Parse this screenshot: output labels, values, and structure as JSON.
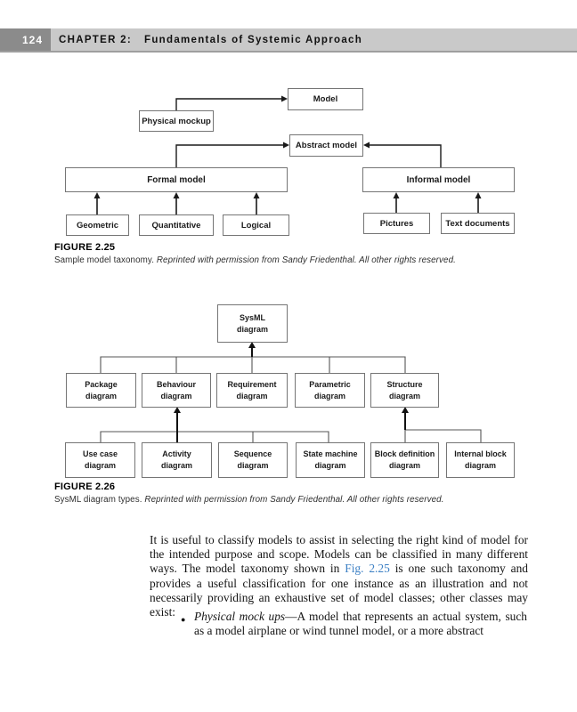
{
  "header": {
    "page_number": "124",
    "chapter": "CHAPTER 2:",
    "title": "Fundamentals of Systemic Approach"
  },
  "fig25": {
    "nodes": {
      "model": "Model",
      "physical_mockup": "Physical mockup",
      "abstract_model": "Abstract model",
      "formal_model": "Formal model",
      "informal_model": "Informal model",
      "geometric": "Geometric",
      "quantitative": "Quantitative",
      "logical": "Logical",
      "pictures": "Pictures",
      "text_documents": "Text documents"
    },
    "caption": {
      "label": "FIGURE 2.25",
      "text": "Sample model taxonomy.",
      "credit": "Reprinted with permission from Sandy Friedenthal. All other rights reserved."
    }
  },
  "fig26": {
    "nodes": {
      "sysml": {
        "line1": "SysML",
        "line2": "diagram"
      },
      "package": {
        "line1": "Package",
        "line2": "diagram"
      },
      "behaviour": {
        "line1": "Behaviour",
        "line2": "diagram"
      },
      "requirement": {
        "line1": "Requirement",
        "line2": "diagram"
      },
      "parametric": {
        "line1": "Parametric",
        "line2": "diagram"
      },
      "structure": {
        "line1": "Structure",
        "line2": "diagram"
      },
      "use_case": {
        "line1": "Use case",
        "line2": "diagram"
      },
      "activity": {
        "line1": "Activity",
        "line2": "diagram"
      },
      "sequence": {
        "line1": "Sequence",
        "line2": "diagram"
      },
      "state_machine": {
        "line1": "State machine",
        "line2": "diagram"
      },
      "block_definition": {
        "line1": "Block definition",
        "line2": "diagram"
      },
      "internal_block": {
        "line1": "Internal block",
        "line2": "diagram"
      }
    },
    "caption": {
      "label": "FIGURE 2.26",
      "text": "SysML diagram types.",
      "credit": "Reprinted with permission from Sandy Friedenthal. All other rights reserved."
    }
  },
  "body": {
    "paragraph": {
      "before_link": "It is useful to classify models to assist in selecting the right kind of model for the intended purpose and scope. Models can be classified in many different ways. The model taxonomy shown in ",
      "link": "Fig. 2.25",
      "after_link": " is one such taxonomy and provides a useful classification for one instance as an illustration and not necessarily providing an exhaustive set of model classes; other classes may exist:"
    },
    "bullet": {
      "marker": "●",
      "lead": "Physical mock ups",
      "text": "—A model that represents an actual system, such as a model airplane or wind tunnel model, or a more abstract"
    }
  },
  "colors": {
    "header_dark": "#8b8b8b",
    "header_light": "#c9c9c9",
    "link_blue": "#3b7fc4",
    "line_dark": "#1a1a1a",
    "line_thin": "#555555"
  }
}
